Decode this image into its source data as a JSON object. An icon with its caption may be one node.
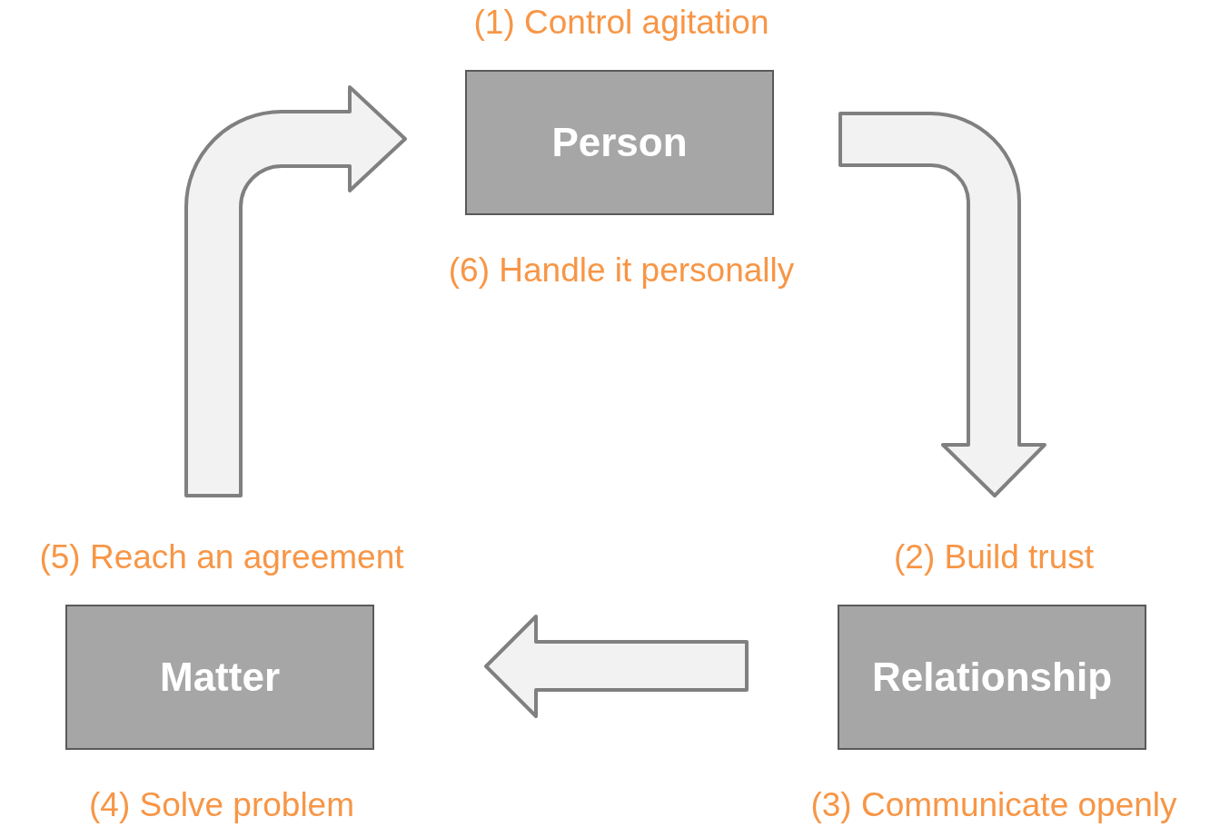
{
  "diagram": {
    "nodes": [
      {
        "text": [
          "Person"
        ],
        "beside": [
          "(1) Control agitation",
          "(6) Handle it personally"
        ]
      },
      {
        "text": [
          "Matter"
        ],
        "beside": [
          "(5) Reach an agreement",
          "(4) Solve problem"
        ]
      },
      {
        "text": [
          "Relationship"
        ],
        "beside": [
          "(2) Build trust",
          "(3) Communicate openly"
        ]
      }
    ],
    "edges": [
      {
        "from": 0,
        "to": 2,
        "arrow": "to"
      },
      {
        "from": 2,
        "to": 1,
        "arrow": "to"
      },
      {
        "from": 1,
        "to": 0,
        "arrow": "to"
      }
    ]
  }
}
